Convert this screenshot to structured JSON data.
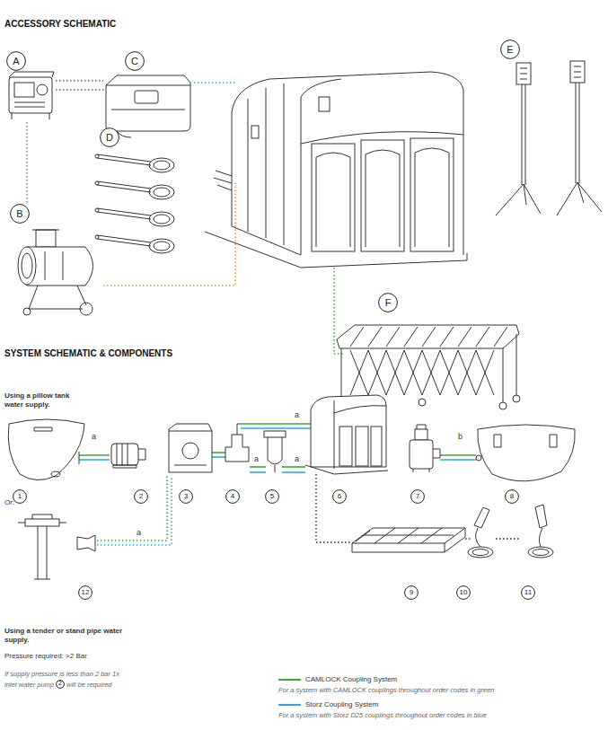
{
  "diagram": {
    "title": "ACCESSORY SCHEMATIC",
    "nodes": [
      {
        "text": [
          "A"
        ]
      },
      {
        "text": [
          "C"
        ]
      },
      {
        "text": [
          "E"
        ]
      },
      {
        "text": [
          "D"
        ]
      },
      {
        "text": [
          "B"
        ]
      },
      {
        "text": [
          "F"
        ]
      },
      {
        "text": [
          "1"
        ]
      },
      {
        "text": [
          "2"
        ]
      },
      {
        "text": [
          "3"
        ]
      },
      {
        "text": [
          "4"
        ]
      },
      {
        "text": [
          "5"
        ]
      },
      {
        "text": [
          "6"
        ]
      },
      {
        "text": [
          "7"
        ]
      },
      {
        "text": [
          "8"
        ]
      },
      {
        "text": [
          "9"
        ]
      },
      {
        "text": [
          "10"
        ]
      },
      {
        "text": [
          "11"
        ]
      },
      {
        "text": [
          "12"
        ]
      },
      {
        "text": [
          "2"
        ]
      }
    ],
    "labels": [
      "SYSTEM SCHEMATIC & COMPONENTS",
      "Using a pillow tank water supply.",
      "a",
      "a",
      "a",
      "a",
      "a",
      "b",
      "Or:",
      "Using a tender or stand pipe water supply.",
      "Pressure required: >2 Bar",
      "If supply pressure is less than 2 bar 1x inlet water pump",
      "will be required",
      "For a system with CAMLOCK couplings throughout order codes in green",
      "For a system with Storz D25 couplings throughout order codes in blue"
    ],
    "legend": [
      {
        "text": "CAMLOCK Coupling System",
        "color": "#3aaa35"
      },
      {
        "text": "Storz Coupling System",
        "color": "#29abe2"
      }
    ]
  }
}
